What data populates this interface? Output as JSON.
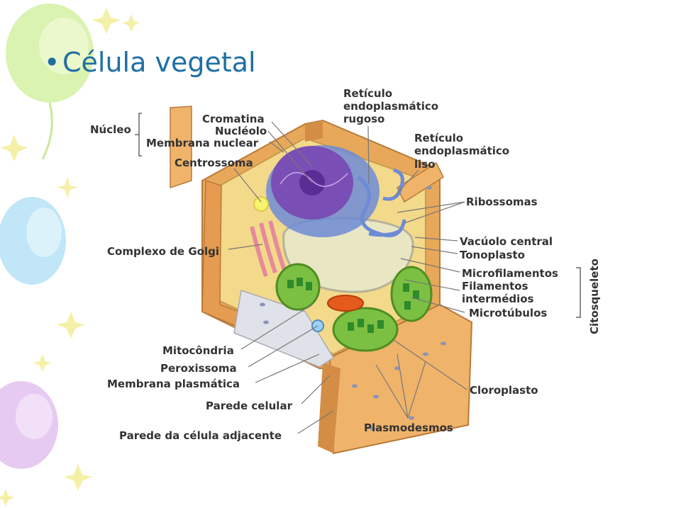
{
  "slide": {
    "bullet": "•",
    "title": "Célula vegetal"
  },
  "labels": {
    "nucleo": "Núcleo",
    "cromatina": "Cromatina",
    "nucleolo": "Nucléolo",
    "membrana_nuclear": "Membrana nuclear",
    "centrossoma": "Centrossoma",
    "complexo_golgi": "Complexo de Golgi",
    "mitocondria": "Mitocôndria",
    "peroxissoma": "Peroxissoma",
    "membrana_plasmatica": "Membrana plasmática",
    "parede_celular": "Parede celular",
    "parede_adjacente": "Parede da célula adjacente",
    "reticulo_rugoso": [
      "Retículo",
      "endoplasmático",
      "rugoso"
    ],
    "reticulo_liso": [
      "Retículo",
      "endoplasmático",
      "liso"
    ],
    "ribossomas": "Ribossomas",
    "vacuolo_central": "Vacúolo central",
    "tonoplasto": "Tonoplasto",
    "microfilamentos": "Microfilamentos",
    "filamentos_intermedios": [
      "Filamentos",
      "intermédios"
    ],
    "microtubulos": "Microtúbulos",
    "citosqueleto": "Citosqueleto",
    "cloroplasto": "Cloroplasto",
    "plasmodesmos": "Plasmodesmos"
  },
  "colors": {
    "title": "#1f6fa3",
    "wall": "#e8a85a",
    "cytoplasm": "#f3d98a",
    "nucleus": "#7a4fb5",
    "vacuole": "#e9e6c4",
    "chloroplast": "#7cc043",
    "golgi": "#e58a9b",
    "er": "#6d8bd6"
  }
}
